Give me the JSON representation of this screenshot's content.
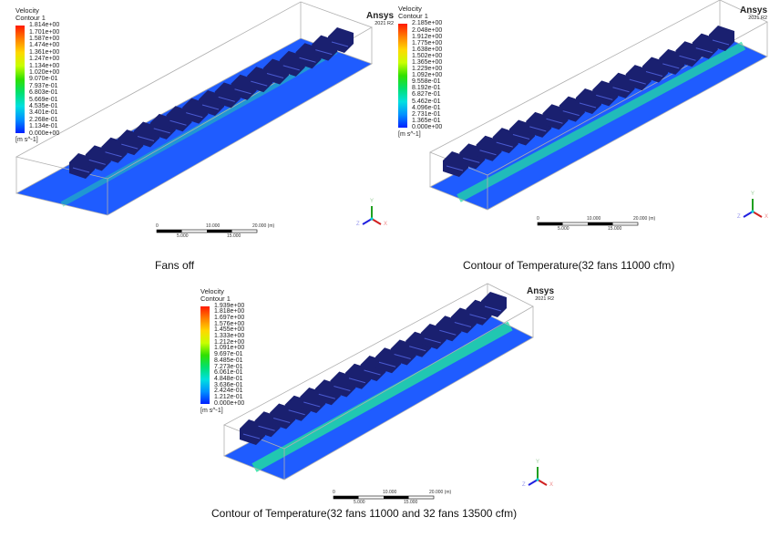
{
  "panels": [
    {
      "legend": {
        "title": "Velocity",
        "subtitle": "Contour 1",
        "unit": "[m s^-1]",
        "values": [
          "1.814e+00",
          "1.701e+00",
          "1.587e+00",
          "1.474e+00",
          "1.361e+00",
          "1.247e+00",
          "1.134e+00",
          "1.020e+00",
          "9.070e-01",
          "7.937e-01",
          "6.803e-01",
          "5.669e-01",
          "4.535e-01",
          "3.401e-01",
          "2.268e-01",
          "1.134e-01",
          "0.000e+00"
        ]
      },
      "logo": {
        "brand": "Ansys",
        "version": "2021 R2"
      },
      "scale": {
        "top": [
          "0",
          "10.000",
          "20.000 (m)"
        ],
        "bottom": [
          "5.000",
          "15.000"
        ]
      },
      "axes": {
        "x": "X",
        "y": "Y",
        "z": "Z"
      },
      "caption": "Fans off"
    },
    {
      "legend": {
        "title": "Velocity",
        "subtitle": "Contour 1",
        "unit": "[m s^-1]",
        "values": [
          "2.185e+00",
          "2.048e+00",
          "1.912e+00",
          "1.775e+00",
          "1.638e+00",
          "1.502e+00",
          "1.365e+00",
          "1.229e+00",
          "1.092e+00",
          "9.558e-01",
          "8.192e-01",
          "6.827e-01",
          "5.462e-01",
          "4.096e-01",
          "2.731e-01",
          "1.365e-01",
          "0.000e+00"
        ]
      },
      "logo": {
        "brand": "Ansys",
        "version": "2021 R2"
      },
      "scale": {
        "top": [
          "0",
          "10.000",
          "20.000 (m)"
        ],
        "bottom": [
          "5.000",
          "15.000"
        ]
      },
      "axes": {
        "x": "X",
        "y": "Y",
        "z": "Z"
      },
      "caption": "Contour of Temperature(32 fans 11000 cfm)"
    },
    {
      "legend": {
        "title": "Velocity",
        "subtitle": "Contour 1",
        "unit": "[m s^-1]",
        "values": [
          "1.939e+00",
          "1.818e+00",
          "1.697e+00",
          "1.576e+00",
          "1.455e+00",
          "1.333e+00",
          "1.212e+00",
          "1.091e+00",
          "9.697e-01",
          "8.485e-01",
          "7.273e-01",
          "6.061e-01",
          "4.848e-01",
          "3.636e-01",
          "2.424e-01",
          "1.212e-01",
          "0.000e+00"
        ]
      },
      "logo": {
        "brand": "Ansys",
        "version": "2021 R2"
      },
      "scale": {
        "top": [
          "0",
          "10.000",
          "20.000 (m)"
        ],
        "bottom": [
          "5.000",
          "15.000"
        ]
      },
      "axes": {
        "x": "X",
        "y": "Y",
        "z": "Z"
      },
      "caption": "Contour of Temperature(32 fans 11000 and 32 fans 13500 cfm)"
    }
  ],
  "colors": {
    "floor": "#1f5cff",
    "stream": "#22e0a0",
    "fan": "#1a2070",
    "wire": "#b0b0b0"
  }
}
